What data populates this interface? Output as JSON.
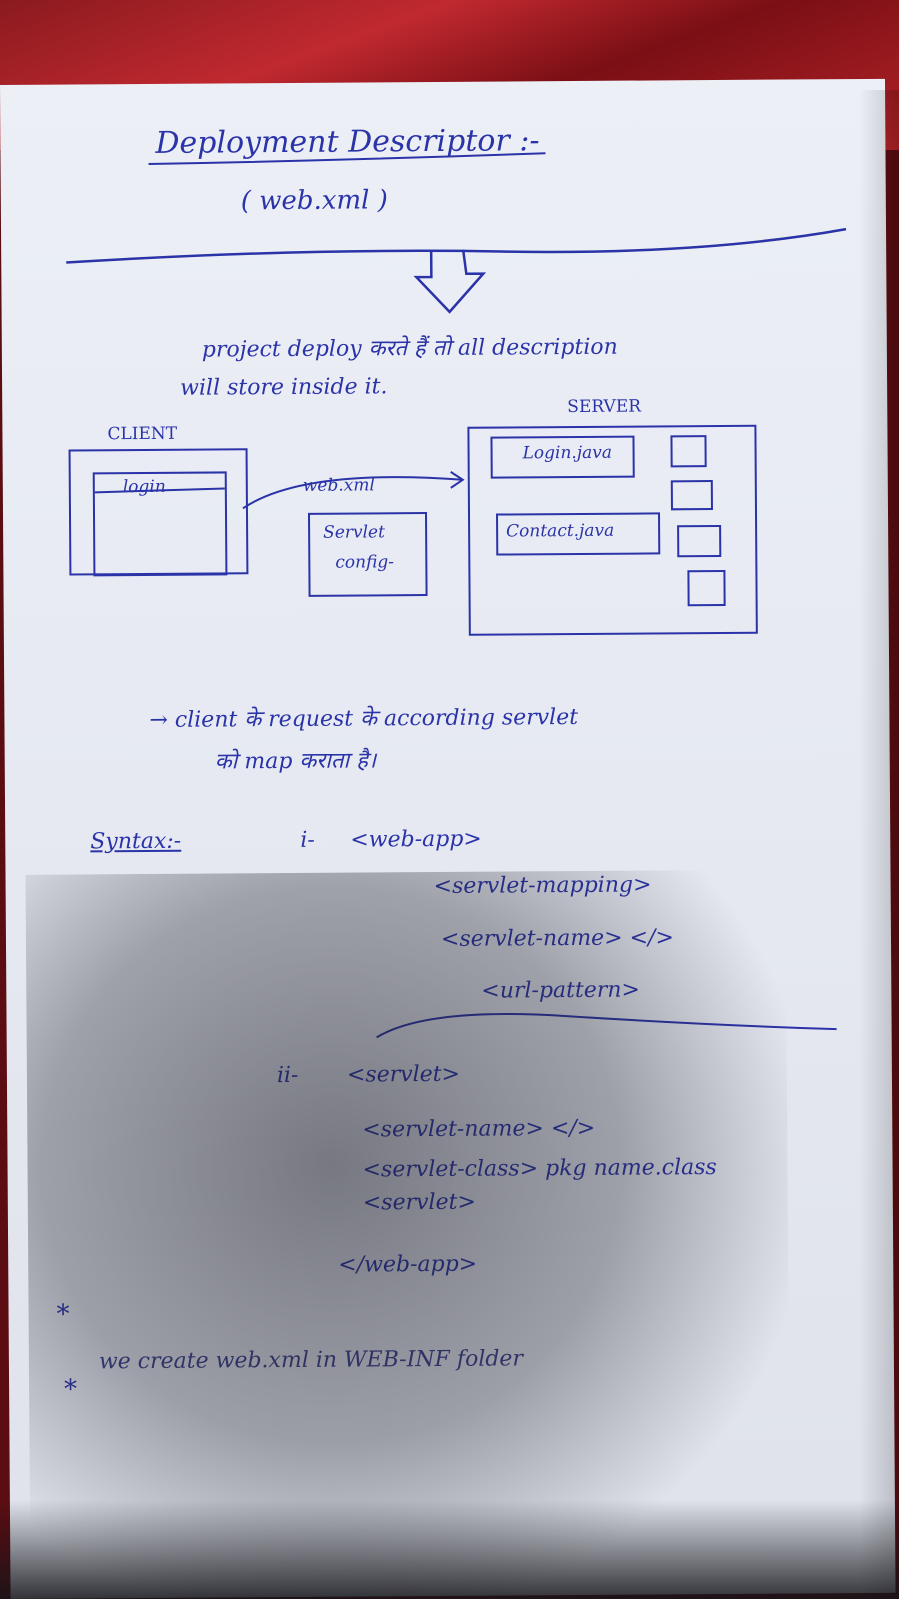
{
  "heading": {
    "title": "Deployment Descriptor :-",
    "subtitle": "( web.xml )"
  },
  "intro": {
    "line1": "project deploy करते हैं तो all description",
    "line2": "will store inside it."
  },
  "diagram": {
    "client_label": "CLIENT",
    "login_label": "login",
    "arrow_label": "web.xml",
    "servlet_config_line1": "Servlet",
    "servlet_config_line2": "config-",
    "server_label": "SERVER",
    "server_item1": "Login.java",
    "server_item2": "Contact.java"
  },
  "note": {
    "line1": "→  client के request के according servlet",
    "line2": "को map कराता है।"
  },
  "syntax": {
    "label": "Syntax:-",
    "part1_marker": "i-",
    "part1_lines": [
      "<web-app>",
      "<servlet-mapping>",
      "<servlet-name> </>",
      "<url-pattern>"
    ],
    "part2_marker": "ii-",
    "part2_lines": [
      "<servlet>",
      "<servlet-name>  </>",
      "<servlet-class> pkg name.class",
      "<servlet>"
    ],
    "closing": "</web-app>"
  },
  "footer": {
    "star1": "*",
    "line": "we   create   web.xml   in   WEB-INF folder",
    "star2": "*"
  }
}
